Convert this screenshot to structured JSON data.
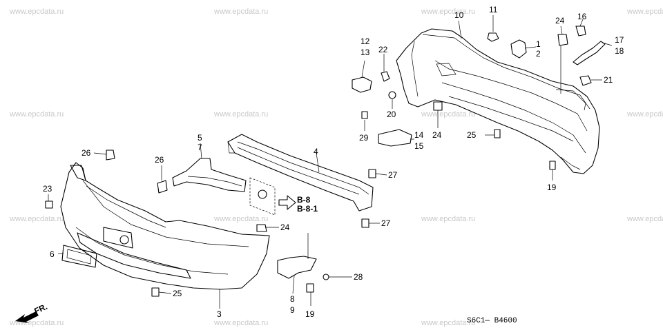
{
  "diagram": {
    "code": "S6C1— B4600",
    "direction_label": "FR.",
    "references": [
      "B-8",
      "B-8-1"
    ],
    "watermark": "www.epcdata.ru",
    "callouts": {
      "c1": "1",
      "c2": "2",
      "c3": "3",
      "c4": "4",
      "c5": "5",
      "c6": "6",
      "c7": "7",
      "c8": "8",
      "c9": "9",
      "c10": "10",
      "c11": "11",
      "c12": "12",
      "c13": "13",
      "c14": "14",
      "c15": "15",
      "c16": "16",
      "c17": "17",
      "c18": "18",
      "c19a": "19",
      "c19b": "19",
      "c20": "20",
      "c21": "21",
      "c22": "22",
      "c23": "23",
      "c24a": "24",
      "c24b": "24",
      "c24c": "24",
      "c25a": "25",
      "c25b": "25",
      "c26a": "26",
      "c26b": "26",
      "c27a": "27",
      "c27b": "27",
      "c28": "28",
      "c29": "29"
    }
  }
}
